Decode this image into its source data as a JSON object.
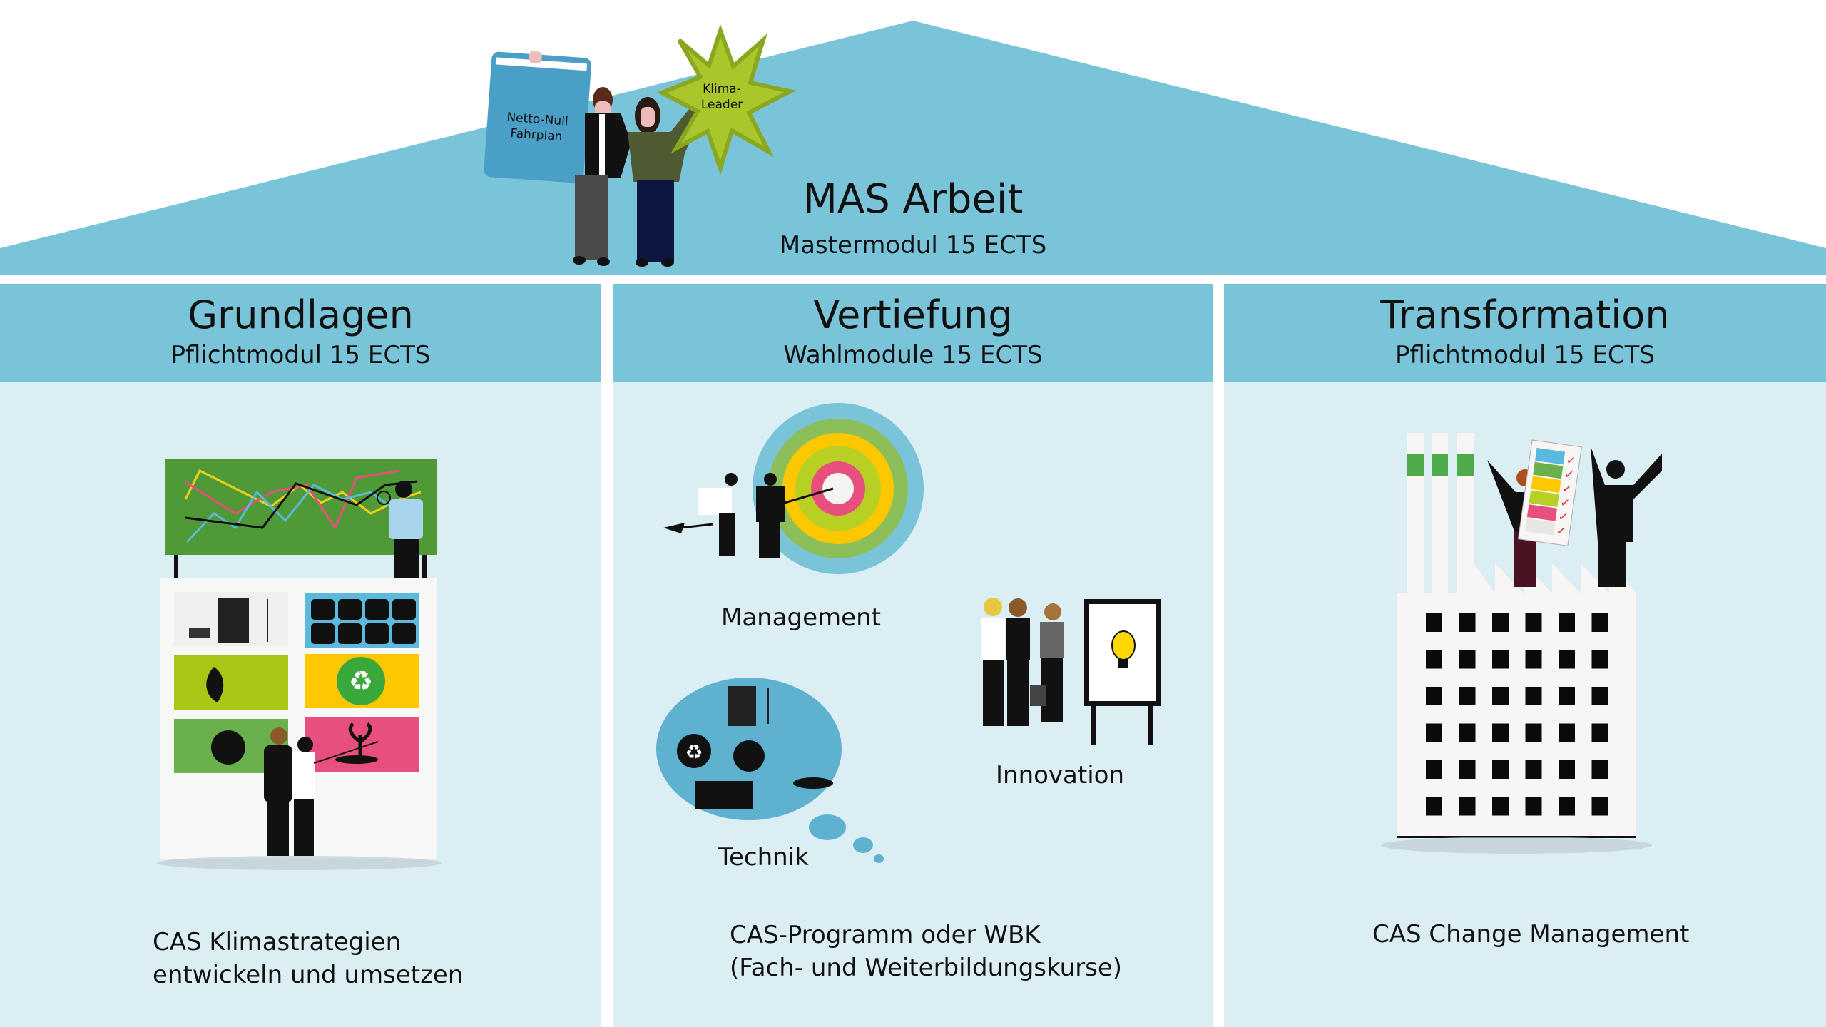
{
  "roof": {
    "title": "MAS Arbeit",
    "subtitle": "Mastermodul 15 ECTS",
    "book_label_line1": "Netto-Null",
    "book_label_line2": "Fahrplan",
    "badge_label_line1": "Klima-",
    "badge_label_line2": "Leader"
  },
  "columns": [
    {
      "title": "Grundlagen",
      "subtitle": "Pflichtmodul 15 ECTS",
      "description_line1": "CAS Klimastrategien",
      "description_line2": "entwickeln und umsetzen"
    },
    {
      "title": "Vertiefung",
      "subtitle": "Wahlmodule 15 ECTS",
      "labels": {
        "management": "Management",
        "innovation": "Innovation",
        "technik": "Technik"
      },
      "description_line1": "CAS-Programm oder WBK",
      "description_line2": "(Fach- und Weiterbildungskurse)"
    },
    {
      "title": "Transformation",
      "subtitle": "Pflichtmodul 15 ECTS",
      "description_line1": "CAS Change Management"
    }
  ],
  "colors": {
    "roof": "#79c4d9",
    "header": "#79c4d9",
    "column_bg": "#dbeef4",
    "book": "#4a9fc6",
    "badge": "#a9c72a",
    "chart_board": "#4f9a36",
    "tile_green": "#a9c515",
    "tile_yellow": "#fdc800",
    "tile_pink": "#e84e7e",
    "tile_blue": "#5ab9dc",
    "bubble": "#5fb2cf"
  }
}
